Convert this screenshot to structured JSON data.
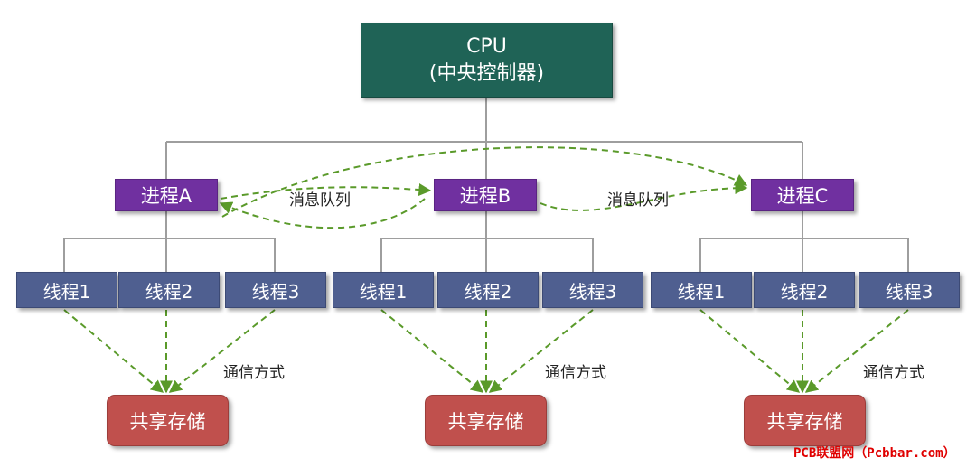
{
  "cpu": {
    "line1": "CPU",
    "line2": "(中央控制器)"
  },
  "processes": [
    {
      "label": "进程A"
    },
    {
      "label": "进程B"
    },
    {
      "label": "进程C"
    }
  ],
  "threads": [
    {
      "label": "线程1"
    },
    {
      "label": "线程2"
    },
    {
      "label": "线程3"
    },
    {
      "label": "线程1"
    },
    {
      "label": "线程2"
    },
    {
      "label": "线程3"
    },
    {
      "label": "线程1"
    },
    {
      "label": "线程2"
    },
    {
      "label": "线程3"
    }
  ],
  "storage": [
    {
      "label": "共享存储"
    },
    {
      "label": "共享存储"
    },
    {
      "label": "共享存储"
    }
  ],
  "message_queue_labels": [
    "消息队列",
    "消息队列"
  ],
  "communication_labels": [
    "通信方式",
    "通信方式",
    "通信方式"
  ],
  "watermark": "PCB联盟网（Pcbbar.com）",
  "colors": {
    "cpu": "#1f6356",
    "process": "#7030a0",
    "thread": "#4f5f90",
    "storage": "#c0504d",
    "tree_line": "#9e9e9e",
    "dashed_arrow": "#5a9a2a",
    "watermark": "#e00000"
  }
}
